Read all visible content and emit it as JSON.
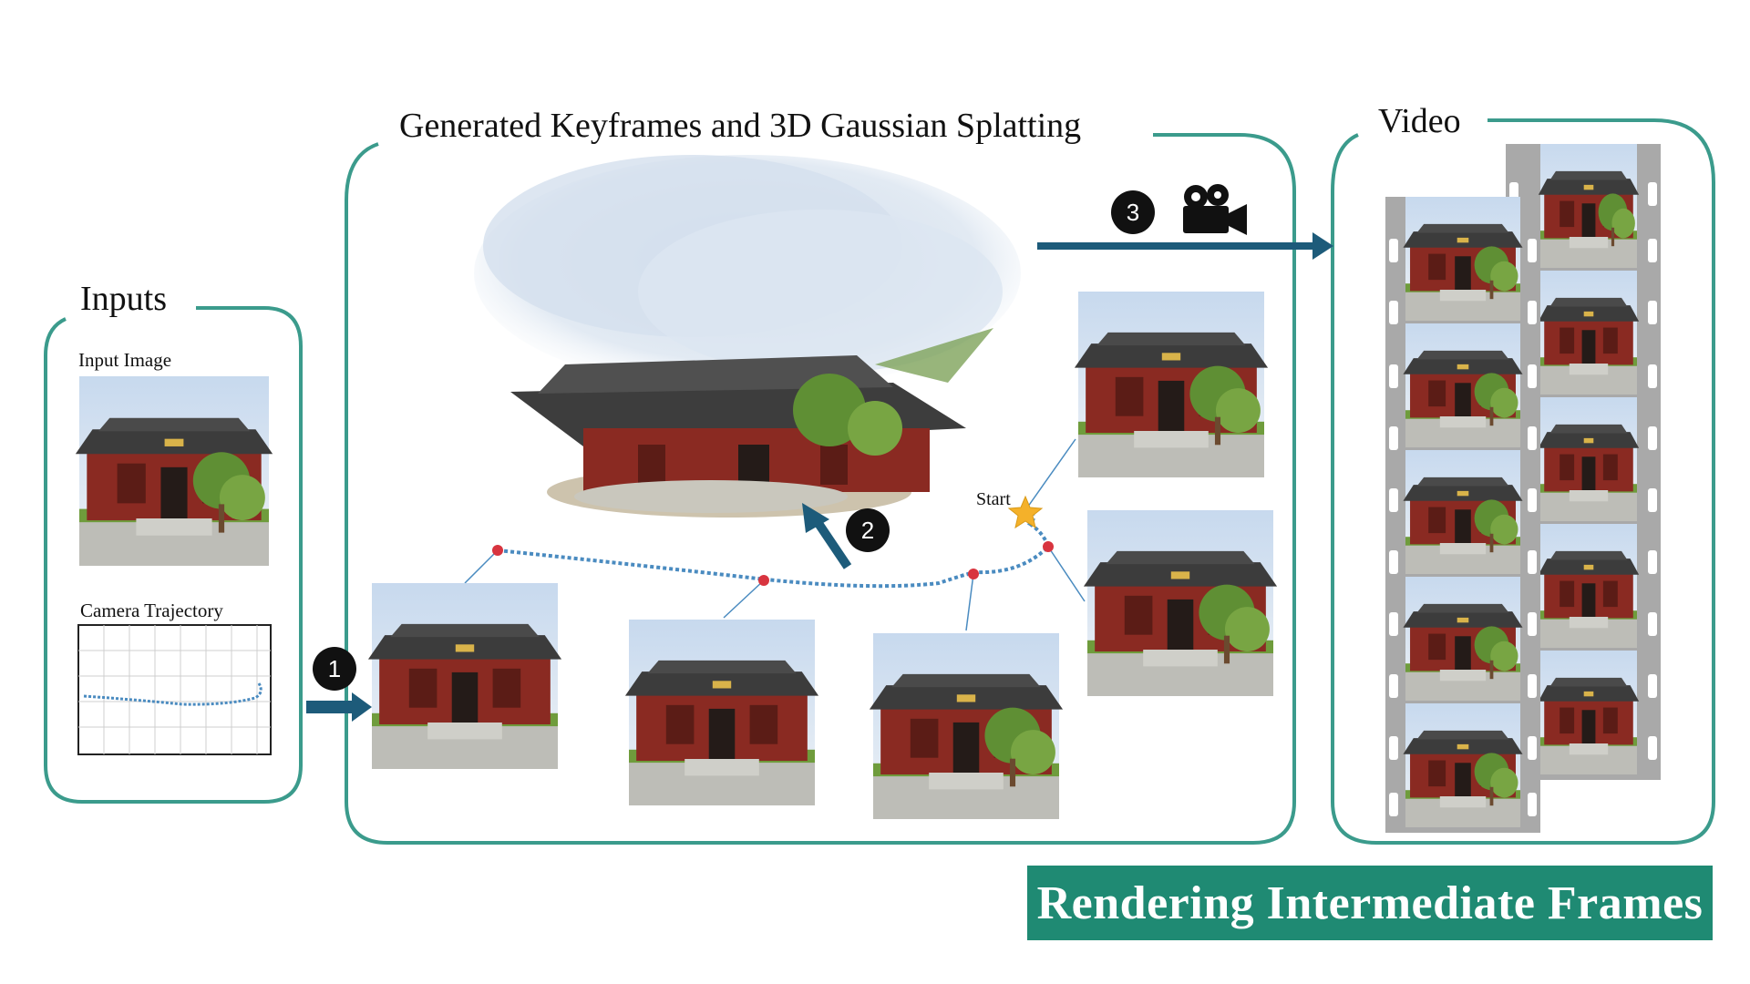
{
  "panels": {
    "inputs": {
      "title": "Inputs",
      "input_image_label": "Input Image",
      "camera_trajectory_label": "Camera Trajectory"
    },
    "generated": {
      "title": "Generated Keyframes and 3D Gaussian Splatting",
      "start_label": "Start"
    },
    "video": {
      "title": "Video"
    }
  },
  "steps": [
    {
      "number": "1"
    },
    {
      "number": "2"
    },
    {
      "number": "3"
    }
  ],
  "banner": {
    "text": "Rendering Intermediate Frames"
  },
  "colors": {
    "panel_border": "#3b9b8c",
    "arrow": "#1d5b7a",
    "trajectory": "#4a8bc0",
    "keyframe_dot": "#d8343f",
    "start_star": "#f4b12a",
    "banner_bg": "#1f8a73",
    "building_wall": "#8a2a22",
    "roof": "#3c3c3c",
    "sky": "#dfe9f4",
    "grass": "#6f9c3c"
  },
  "icons": {
    "camera": "movie-camera-icon",
    "star": "star-icon"
  }
}
